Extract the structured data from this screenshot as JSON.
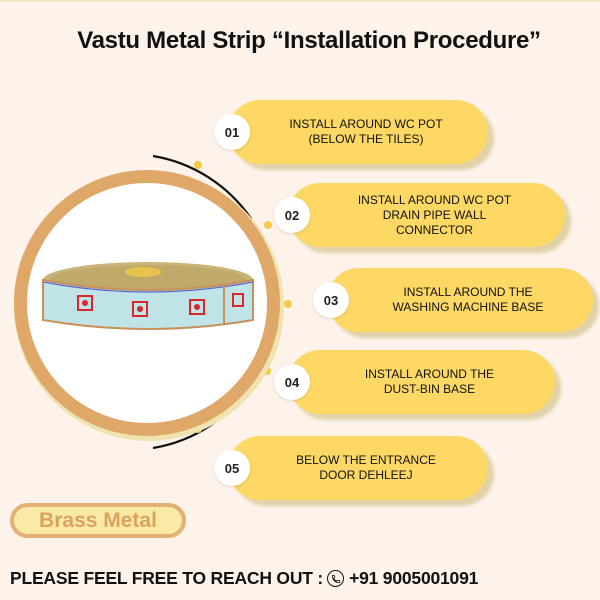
{
  "title": "Vastu Metal Strip “Installation Procedure”",
  "product_image": {
    "description": "roll of brass vastu metal strip with printed labels"
  },
  "steps": [
    {
      "number": "01",
      "lines": [
        "INSTALL AROUND WC POT",
        "(BELOW THE TILES)"
      ]
    },
    {
      "number": "02",
      "lines": [
        "INSTALL AROUND WC POT",
        "DRAIN PIPE WALL",
        "CONNECTOR"
      ]
    },
    {
      "number": "03",
      "lines": [
        "INSTALL AROUND THE",
        "WASHING MACHINE BASE"
      ]
    },
    {
      "number": "04",
      "lines": [
        "INSTALL AROUND THE",
        "DUST-BIN BASE"
      ]
    },
    {
      "number": "05",
      "lines": [
        "BELOW THE ENTRANCE",
        "DOOR DEHLEEJ"
      ]
    }
  ],
  "badge": "Brass Metal",
  "footer": {
    "label": "PLEASE FEEL FREE TO REACH OUT :",
    "icon": "phone-icon",
    "phone": "+91 9005001091"
  },
  "colors": {
    "background": "#fdf3ea",
    "pill": "#fdd865",
    "ring": "#e0a868",
    "badge_text": "#d9a35e"
  }
}
